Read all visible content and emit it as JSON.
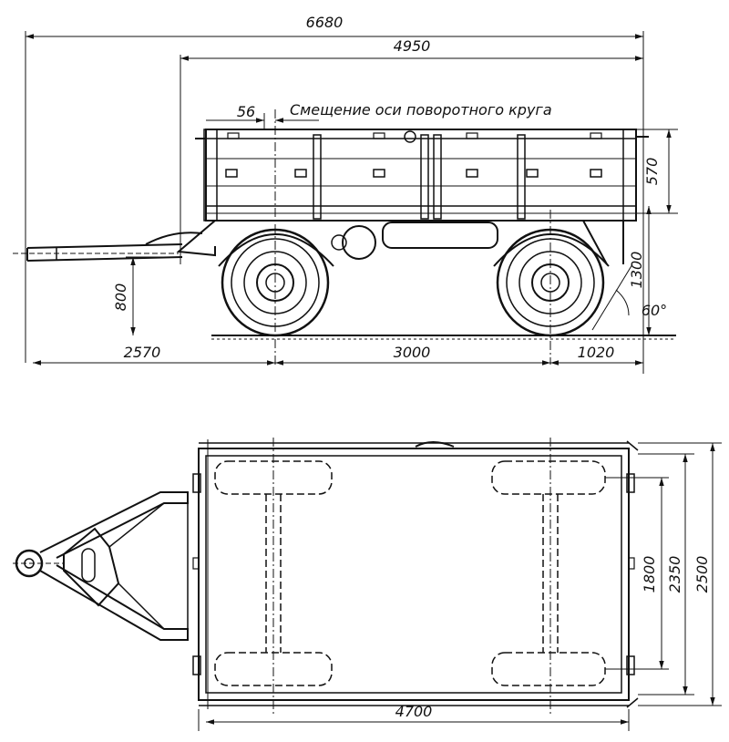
{
  "side_view": {
    "dimensions": {
      "overall_length": "6680",
      "body_length": "4950",
      "turntable_offset": "56",
      "side_height": "570",
      "platform_height": "1300",
      "drawbar_height": "800",
      "drawbar_length": "2570",
      "wheelbase": "3000",
      "rear_overhang": "1020",
      "departure_angle": "60°"
    },
    "note": "Смещение оси поворотного круга"
  },
  "top_view": {
    "dimensions": {
      "body_length": "4700",
      "track": "1800",
      "inner_width": "2350",
      "overall_width": "2500"
    }
  }
}
